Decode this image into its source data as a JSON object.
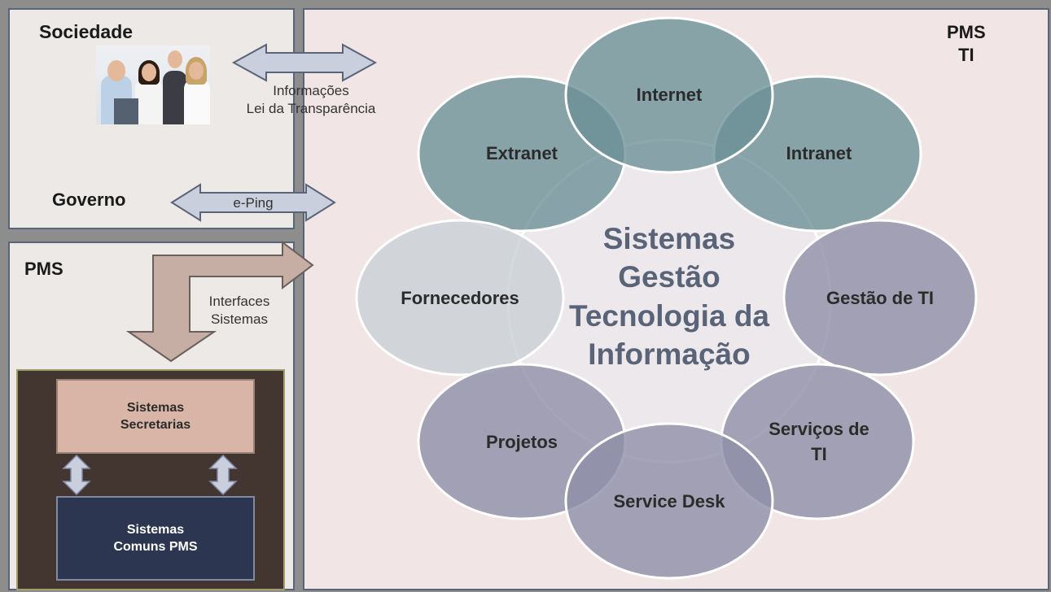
{
  "society": {
    "title": "Sociedade",
    "info_line1": "Informações",
    "info_line2": "Lei da Transparência"
  },
  "government": {
    "title": "Governo",
    "eping": "e-Ping"
  },
  "pms": {
    "title": "PMS",
    "interfaces_line1": "Interfaces",
    "interfaces_line2": "Sistemas"
  },
  "inner": {
    "secretarias_line1": "Sistemas",
    "secretarias_line2": "Secretarias",
    "comuns_line1": "Sistemas",
    "comuns_line2": "Comuns PMS"
  },
  "ti": {
    "title_line1": "PMS",
    "title_line2": "TI"
  },
  "center": {
    "lines": [
      "Sistemas",
      "Gestão",
      "Tecnologia da",
      "Informação"
    ]
  },
  "nodes": {
    "internet": "Internet",
    "extranet": "Extranet",
    "intranet": "Intranet",
    "fornecedores": "Fornecedores",
    "gestao_ti": "Gestão de TI",
    "projetos": "Projetos",
    "servicos_line1": "Serviços de",
    "servicos_line2": "TI",
    "service_desk": "Service Desk"
  },
  "colors": {
    "teal_node": "#6a9096",
    "light_node": "#c9d0d6",
    "purple_node": "#8e8fa8",
    "center_text": "#5a6478",
    "arrow_blue": "#c9cfdd",
    "arrow_tan": "#c6aea4"
  }
}
